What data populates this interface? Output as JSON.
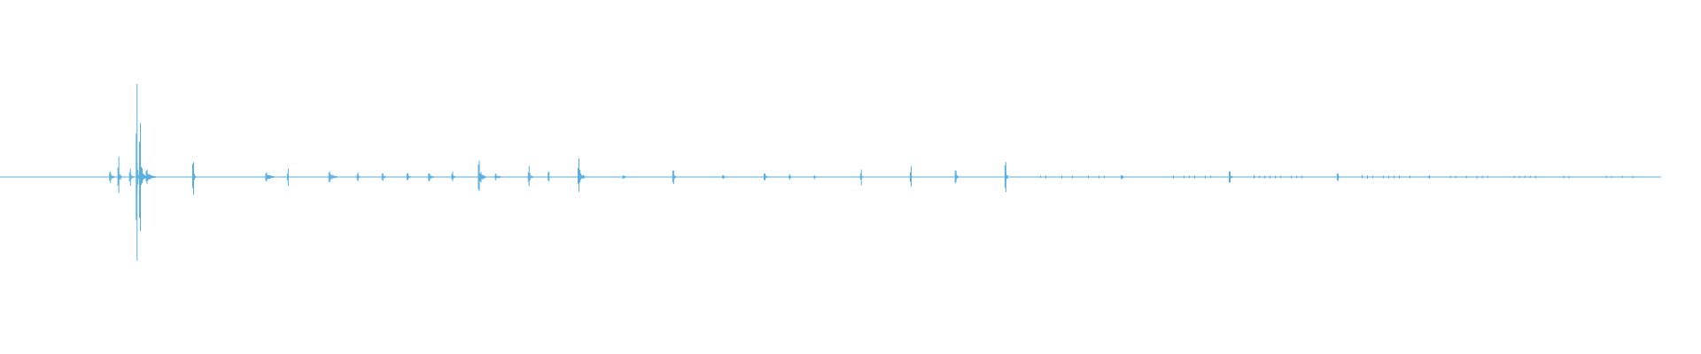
{
  "waveform": {
    "color": "#5aaee0",
    "background": "#ffffff",
    "amplitude_scale": 1.0,
    "duration_fraction_shown": 0.79,
    "bursts": [
      {
        "t": 0.0,
        "w": 0.062,
        "a": 0.0,
        "density": "flat"
      },
      {
        "t": 0.066,
        "w": 0.006,
        "a": 0.06
      },
      {
        "t": 0.071,
        "w": 0.003,
        "a": 0.22
      },
      {
        "t": 0.078,
        "w": 0.004,
        "a": 0.09
      },
      {
        "t": 0.082,
        "w": 0.002,
        "a": 1.0
      },
      {
        "t": 0.084,
        "w": 0.004,
        "a": 0.58
      },
      {
        "t": 0.088,
        "w": 0.01,
        "a": 0.08
      },
      {
        "t": 0.116,
        "w": 0.003,
        "a": 0.16
      },
      {
        "t": 0.16,
        "w": 0.012,
        "a": 0.05
      },
      {
        "t": 0.173,
        "w": 0.002,
        "a": 0.09
      },
      {
        "t": 0.198,
        "w": 0.01,
        "a": 0.06
      },
      {
        "t": 0.215,
        "w": 0.004,
        "a": 0.05
      },
      {
        "t": 0.23,
        "w": 0.006,
        "a": 0.04
      },
      {
        "t": 0.245,
        "w": 0.006,
        "a": 0.04
      },
      {
        "t": 0.258,
        "w": 0.008,
        "a": 0.04
      },
      {
        "t": 0.272,
        "w": 0.004,
        "a": 0.06
      },
      {
        "t": 0.288,
        "w": 0.006,
        "a": 0.18
      },
      {
        "t": 0.298,
        "w": 0.008,
        "a": 0.04
      },
      {
        "t": 0.318,
        "w": 0.004,
        "a": 0.12
      },
      {
        "t": 0.33,
        "w": 0.002,
        "a": 0.06
      },
      {
        "t": 0.348,
        "w": 0.006,
        "a": 0.2
      },
      {
        "t": 0.375,
        "w": 0.01,
        "a": 0.02
      },
      {
        "t": 0.405,
        "w": 0.004,
        "a": 0.07
      },
      {
        "t": 0.435,
        "w": 0.008,
        "a": 0.02
      },
      {
        "t": 0.46,
        "w": 0.006,
        "a": 0.04
      },
      {
        "t": 0.475,
        "w": 0.004,
        "a": 0.03
      },
      {
        "t": 0.49,
        "w": 0.004,
        "a": 0.02
      },
      {
        "t": 0.518,
        "w": 0.003,
        "a": 0.08
      },
      {
        "t": 0.548,
        "w": 0.002,
        "a": 0.12
      },
      {
        "t": 0.575,
        "w": 0.004,
        "a": 0.07
      },
      {
        "t": 0.605,
        "w": 0.003,
        "a": 0.16
      },
      {
        "t": 0.62,
        "w": 0.05,
        "a": 0.01,
        "density": "sparse"
      },
      {
        "t": 0.675,
        "w": 0.008,
        "a": 0.02
      },
      {
        "t": 0.7,
        "w": 0.03,
        "a": 0.01,
        "density": "sparse"
      },
      {
        "t": 0.74,
        "w": 0.004,
        "a": 0.06
      },
      {
        "t": 0.755,
        "w": 0.03,
        "a": 0.01,
        "density": "sparse"
      },
      {
        "t": 0.805,
        "w": 0.004,
        "a": 0.04
      },
      {
        "t": 0.82,
        "w": 0.03,
        "a": 0.01,
        "density": "sparse"
      },
      {
        "t": 0.86,
        "w": 0.004,
        "a": 0.02
      },
      {
        "t": 0.87,
        "w": 0.06,
        "a": 0.008,
        "density": "sparse"
      },
      {
        "t": 0.935,
        "w": 0.05,
        "a": 0.006,
        "density": "sparse"
      }
    ]
  }
}
